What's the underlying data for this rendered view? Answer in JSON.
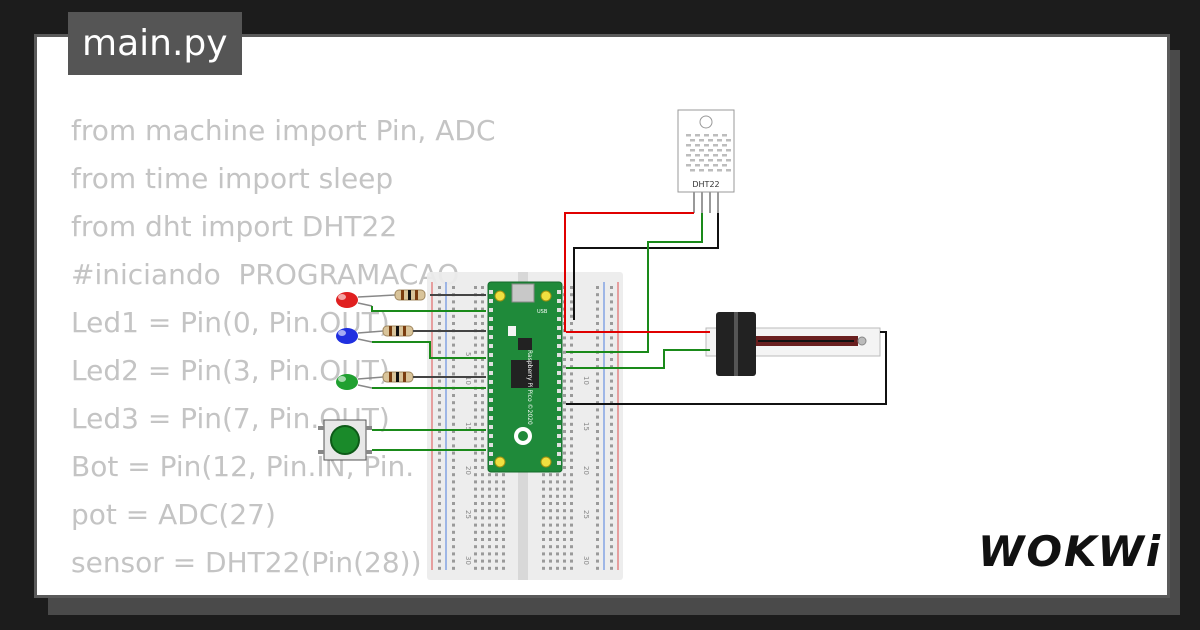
{
  "editor": {
    "tab_label": "main.py",
    "code_lines": [
      "from machine import Pin, ADC",
      "from time import sleep",
      "from dht import DHT22",
      "#iniciando  PROGRAMACAO",
      "Led1 = Pin(0, Pin.OUT)",
      "Led2 = Pin(3, Pin.OUT)",
      "Led3 = Pin(7, Pin.OUT)",
      "Bot = Pin(12, Pin.IN, Pin.",
      "pot = ADC(27)",
      "sensor = DHT22(Pin(28))"
    ]
  },
  "circuit": {
    "sensor_label": "DHT22",
    "leds": [
      {
        "color": "#e02020"
      },
      {
        "color": "#2030e0"
      },
      {
        "color": "#20a030"
      }
    ],
    "button_color": "#1a8a2a",
    "board_color": "#1f8a3a",
    "board_label": "Raspberry Pi Pico ©2020",
    "usb_label": "USB",
    "row_numbers": [
      "5",
      "10",
      "15",
      "20",
      "25",
      "30"
    ],
    "wire_colors": {
      "power": "#e00000",
      "ground": "#111111",
      "signal": "#1a8a1a",
      "neutral": "#444444"
    }
  },
  "brand": {
    "logo_text": "WOKWi"
  }
}
